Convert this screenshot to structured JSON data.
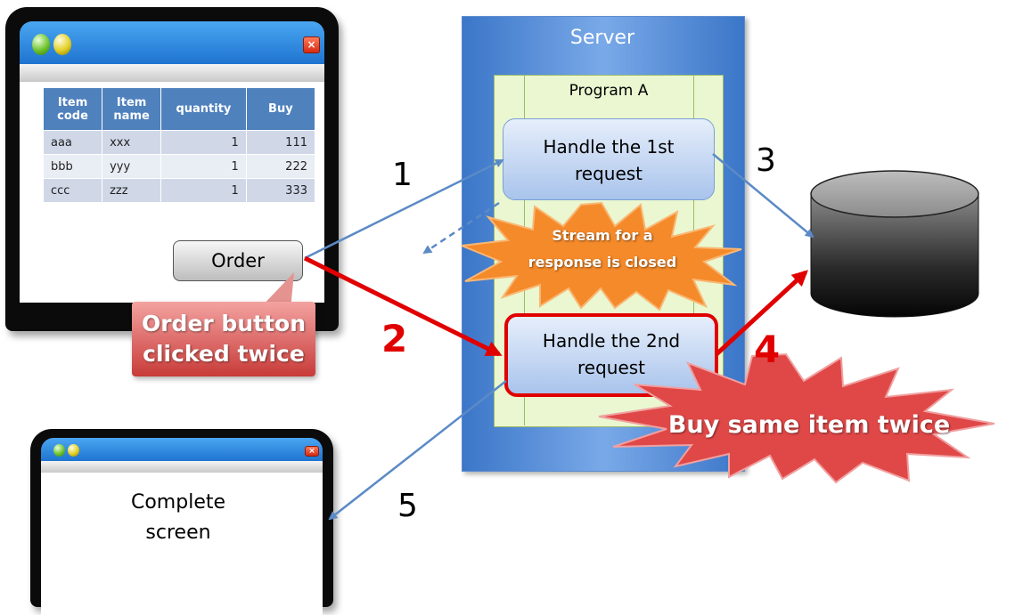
{
  "window_top": {
    "close_icon": "close-x-icon",
    "table": {
      "headers": [
        "Item code",
        "Item name",
        "quantity",
        "Buy"
      ],
      "rows": [
        [
          "aaa",
          "xxx",
          "1",
          "111"
        ],
        [
          "bbb",
          "yyy",
          "1",
          "222"
        ],
        [
          "ccc",
          "zzz",
          "1",
          "333"
        ]
      ]
    },
    "order_button": "Order"
  },
  "callout": {
    "line1": "Order button",
    "line2": "clicked twice"
  },
  "server": {
    "label": "Server",
    "program_label": "Program A",
    "request1": {
      "line1": "Handle the 1st",
      "line2": "request"
    },
    "request2": {
      "line1": "Handle the 2nd",
      "line2": "request"
    }
  },
  "burst_stream": {
    "line1": "Stream for a",
    "line2": "response is closed",
    "color": "#f58a2a"
  },
  "burst_buy": {
    "text": "Buy same item twice",
    "color": "#e04848"
  },
  "steps": {
    "s1": "1",
    "s2": "2",
    "s3": "3",
    "s4": "4",
    "s5": "5"
  },
  "window_bottom": {
    "line1": "Complete",
    "line2": "screen"
  },
  "colors": {
    "accent_red": "#e00000",
    "arrow_blue": "#5b8ac6"
  }
}
